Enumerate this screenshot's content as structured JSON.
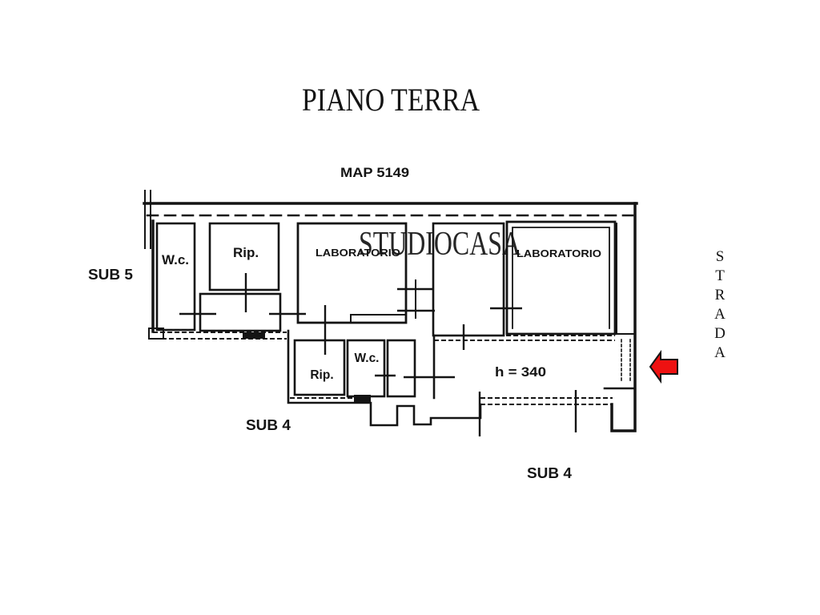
{
  "page": {
    "background": "#ffffff"
  },
  "title": "PIANO  TERRA",
  "map_label": "MAP 5149",
  "watermark": "STUDIOCASA",
  "sub_labels": {
    "sub5": "SUB 5",
    "sub4_left": "SUB 4",
    "sub4_right": "SUB 4"
  },
  "rooms": {
    "wc_upper": "W.c.",
    "rip_upper": "Rip.",
    "lab_left": "LABORATORIO",
    "lab_right": "LABORATORIO",
    "rip_lower": "Rip.",
    "wc_lower": "W.c.",
    "height_note": "h = 340"
  },
  "street": {
    "word": "STRADA",
    "letters": [
      "S",
      "T",
      "R",
      "A",
      "D",
      "A"
    ]
  },
  "arrow": {
    "label": "entrance-arrow",
    "direction": "left",
    "color": "#ee1111",
    "outline": "#141414"
  },
  "colors": {
    "walls": "#141414",
    "background": "#ffffff"
  }
}
